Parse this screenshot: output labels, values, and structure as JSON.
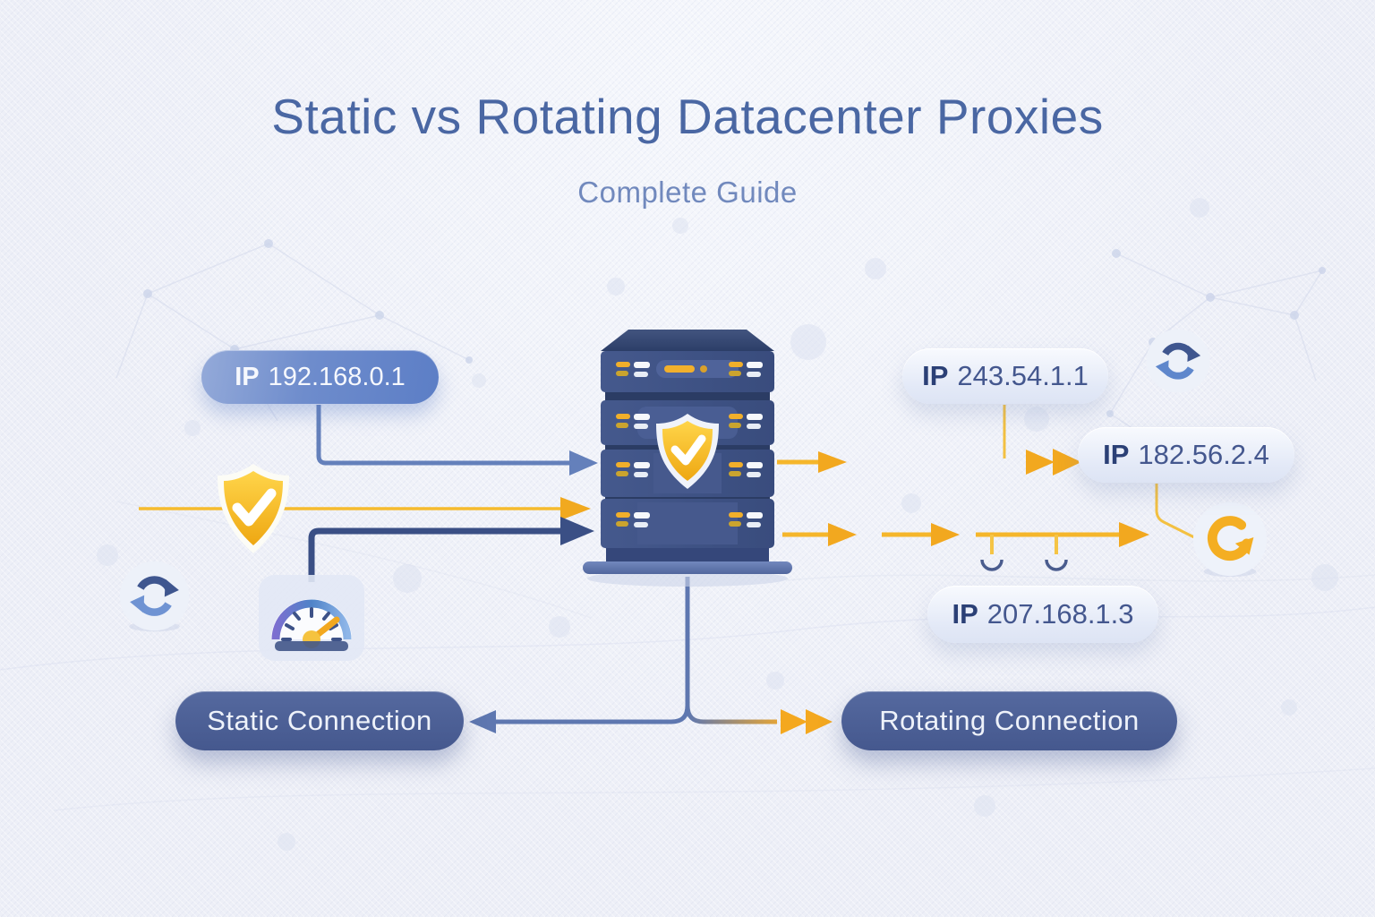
{
  "title": "Static vs Rotating Datacenter Proxies",
  "subtitle": "Complete Guide",
  "badges": {
    "static_ip": {
      "prefix": "IP",
      "value": "192.168.0.1"
    },
    "rotating_a": {
      "prefix": "IP",
      "value": "243.54.1.1"
    },
    "rotating_b": {
      "prefix": "IP",
      "value": "182.56.2.4"
    },
    "rotating_c": {
      "prefix": "IP",
      "value": "207.168.1.3"
    }
  },
  "buttons": {
    "static": "Static Connection",
    "rotating": "Rotating Connection"
  },
  "icons": [
    "shield-check-icon",
    "sync-rotate-icon-left",
    "speedometer-icon",
    "server-shield-check-icon",
    "sync-rotate-icon-top-right",
    "refresh-rotate-icon-right"
  ],
  "colors": {
    "background": "#edeff7",
    "title_text": "#4a67a3",
    "subtitle_text": "#7189bd",
    "accent_yellow": "#f5b52b",
    "arrow_blue": "#6480bb",
    "arrow_navy": "#3a4f85",
    "pill_dark_blue": "#45588e",
    "badge_gradient_blue": "#5c7ec6",
    "server_body": "#3e5284",
    "badge_text_navy": "#2b4076"
  }
}
